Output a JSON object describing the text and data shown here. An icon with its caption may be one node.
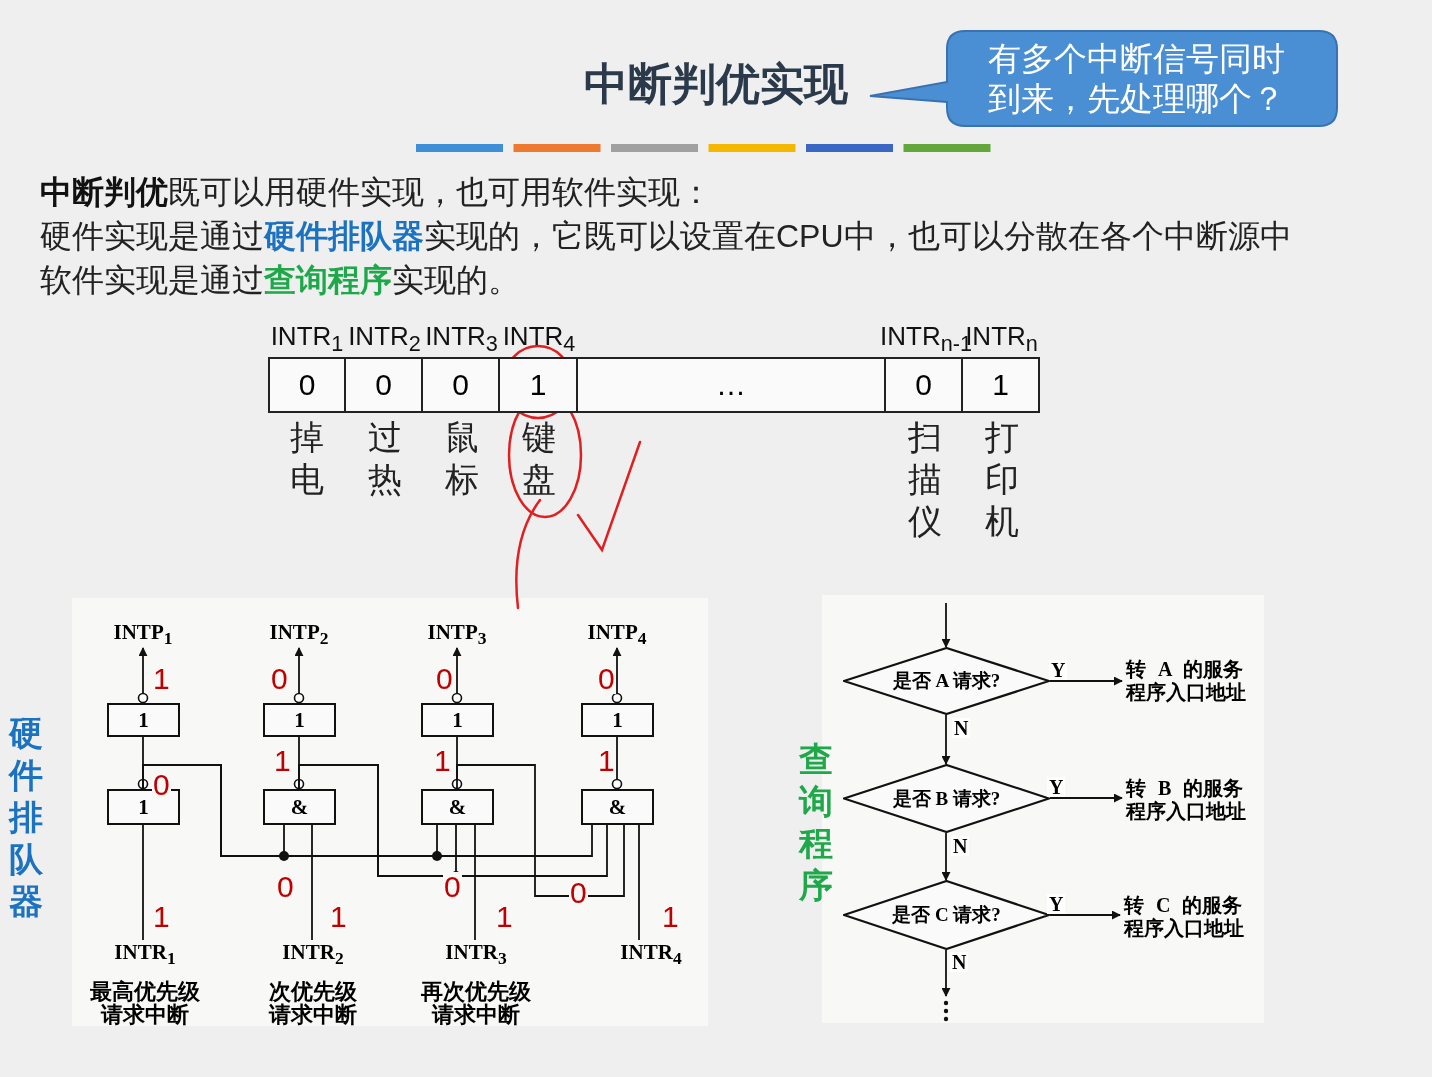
{
  "diagram": {
    "title": "中断判优实现",
    "nodes": [
      {
        "text": [
          "有多个中断信号同时到来，先处理哪个？"
        ]
      },
      {
        "text": [
          "INTP$_{1}$"
        ]
      },
      {
        "text": [
          "INTP$_{2}$"
        ]
      },
      {
        "text": [
          "INTP$_{3}$"
        ]
      },
      {
        "text": [
          "INTP$_{4}$"
        ]
      },
      {
        "text": [
          "1"
        ]
      },
      {
        "text": [
          "1"
        ]
      },
      {
        "text": [
          "1"
        ]
      },
      {
        "text": [
          "1"
        ]
      },
      {
        "text": [
          "1"
        ]
      },
      {
        "text": [
          "&"
        ]
      },
      {
        "text": [
          "&"
        ]
      },
      {
        "text": [
          "&"
        ]
      },
      {
        "text": [
          "INTR$_{1}$"
        ],
        "beside": [
          "最高优先级请求中断"
        ]
      },
      {
        "text": [
          "INTR$_{2}$"
        ],
        "beside": [
          "次优先级请求中断"
        ]
      },
      {
        "text": [
          "INTR$_{3}$"
        ],
        "beside": [
          "再次优先级请求中断"
        ]
      },
      {
        "text": [
          "INTR$_{4}$"
        ]
      },
      {
        "text": [
          "是否 A 请求?"
        ]
      },
      {
        "text": [
          "转 A 的服务程序入口地址"
        ]
      },
      {
        "text": [
          "是否 B 请求?"
        ]
      },
      {
        "text": [
          "转 B 的服务程序入口地址"
        ]
      },
      {
        "text": [
          "是否 C 请求?"
        ]
      },
      {
        "text": [
          "转 C 的服务程序入口地址"
        ]
      }
    ],
    "edges": [
      {
        "from": 13,
        "to": 9,
        "arrow": "none"
      },
      {
        "from": 14,
        "to": 10,
        "arrow": "none"
      },
      {
        "from": 15,
        "to": 11,
        "arrow": "none"
      },
      {
        "from": 16,
        "to": 12,
        "arrow": "none"
      },
      {
        "from": 9,
        "to": 5,
        "arrow": "other"
      },
      {
        "from": 10,
        "to": 6,
        "arrow": "other"
      },
      {
        "from": 11,
        "to": 7,
        "arrow": "other"
      },
      {
        "from": 12,
        "to": 8,
        "arrow": "other"
      },
      {
        "from": 5,
        "to": 1,
        "arrow": "to"
      },
      {
        "from": 6,
        "to": 2,
        "arrow": "to"
      },
      {
        "from": 7,
        "to": 3,
        "arrow": "to"
      },
      {
        "from": 8,
        "to": 4,
        "arrow": "to"
      },
      {
        "from": 9,
        "to": 10,
        "arrow": "none"
      },
      {
        "from": 9,
        "to": 11,
        "arrow": "none"
      },
      {
        "from": 9,
        "to": 12,
        "arrow": "none"
      },
      {
        "from": 10,
        "to": 11,
        "arrow": "none"
      },
      {
        "from": 10,
        "to": 12,
        "arrow": "none"
      },
      {
        "from": 11,
        "to": 12,
        "arrow": "none"
      },
      {
        "from": null,
        "to": 17,
        "arrow": "to"
      },
      {
        "from": 17,
        "to": 18,
        "arrow": "to",
        "label": "Y"
      },
      {
        "from": 17,
        "to": 19,
        "arrow": "to",
        "label": "N"
      },
      {
        "from": 19,
        "to": 20,
        "arrow": "to",
        "label": "Y"
      },
      {
        "from": 19,
        "to": 21,
        "arrow": "to",
        "label": "N"
      },
      {
        "from": 21,
        "to": 22,
        "arrow": "to",
        "label": "Y"
      },
      {
        "from": 21,
        "to": null,
        "arrow": "to",
        "label": "N"
      }
    ],
    "labels": [
      "**中断判优**既可以用硬件实现，也可用软件实现：",
      "硬件实现是通过**硬件排队器**实现的，它既可以设置在CPU中，也可以分散在各个中断源中",
      "软件实现是通过**查询程序**实现的。",
      "INTR$_{1}$",
      "INTR$_{2}$",
      "INTR$_{3}$",
      "INTR$_{4}$",
      "INTR$_{n-1}$",
      "INTR$_{n}$",
      "0",
      "0",
      "0",
      "1",
      "…",
      "0",
      "1",
      "掉电",
      "过热",
      "鼠标",
      "键盘",
      "扫描仪",
      "打印机",
      "硬件排队器",
      "1",
      "0",
      "1",
      "0",
      "1",
      "0",
      "1",
      "0",
      "1",
      "0",
      "1",
      "0",
      "1",
      "0",
      "1",
      "查询程序"
    ]
  }
}
